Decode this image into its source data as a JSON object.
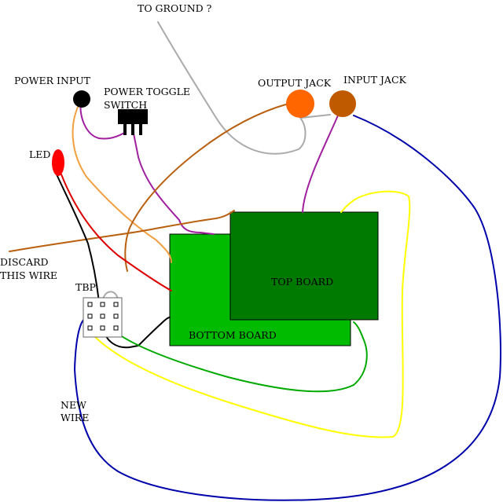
{
  "labels": {
    "to_ground": "TO GROUND ?",
    "power_input": "POWER INPUT",
    "power_toggle_line1": "POWER TOGGLE",
    "power_toggle_line2": "SWITCH",
    "output_jack": "OUTPUT JACK",
    "input_jack": "INPUT JACK",
    "led": "LED",
    "discard_line1": "DISCARD",
    "discard_line2": "THIS WIRE",
    "tbp": "TBP",
    "top_board": "TOP BOARD",
    "bottom_board": "BOTTOM BOARD",
    "new_wire_line1": "NEW",
    "new_wire_line2": "WIRE"
  },
  "colors": {
    "top_board": "#007a00",
    "bottom_board": "#00bb00",
    "output_jack": "#ff6600",
    "input_jack": "#c05a00",
    "led": "#ff0000",
    "power_input": "#000000",
    "wire_gray": "#aaaaaa",
    "wire_purple": "#a020a0",
    "wire_orange": "#f0a040",
    "wire_brown": "#b86010",
    "wire_red": "#dd0000",
    "wire_black": "#000000",
    "wire_yellow": "#ffff00",
    "wire_green": "#00aa00",
    "wire_blue": "#0000aa"
  }
}
